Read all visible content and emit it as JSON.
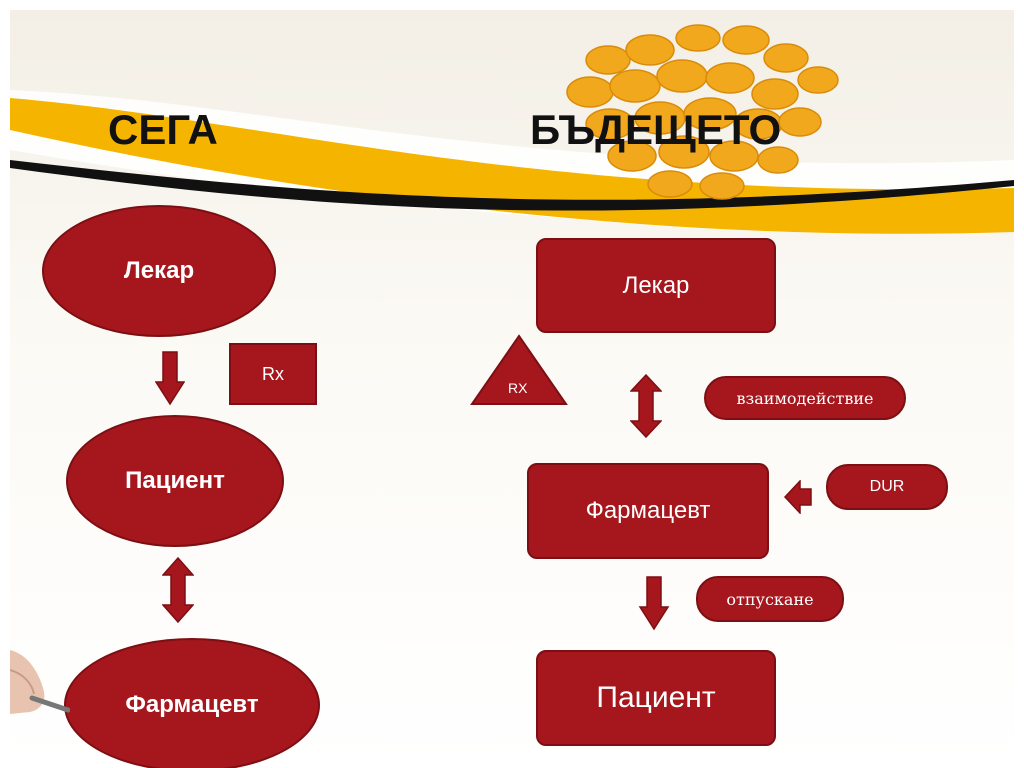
{
  "titles": {
    "now": "СЕГА",
    "future": "БЪДЕЩЕТО"
  },
  "now": {
    "doctor": "Лекар",
    "rx": "Rx",
    "patient": "Пациент",
    "pharmacist": "Фармацевт"
  },
  "future": {
    "doctor": "Лекар",
    "rx": "RX",
    "interaction": "взаимодействие",
    "pharmacist": "Фармацевт",
    "dur": "DUR",
    "dispensing": "отпускане",
    "patient": "Пациент"
  },
  "colors": {
    "shape_fill": "#a5161d",
    "shape_border": "#7c0f14",
    "swoosh": "#f5b400",
    "pill": "#f2a81d"
  },
  "icons": [
    "pills-image",
    "hand-pen-image",
    "down-arrow-icon",
    "double-arrow-icon",
    "left-arrow-icon"
  ]
}
